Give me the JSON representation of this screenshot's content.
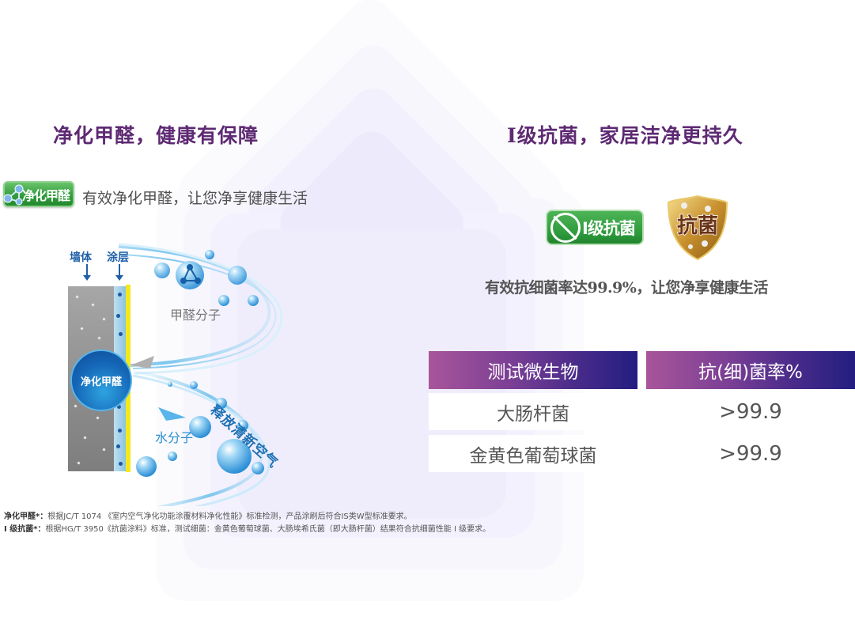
{
  "left_section": {
    "heading": "净化甲醛，健康有保障",
    "badge_label": "净化甲醛",
    "badge_icon": "molecule-icon",
    "description": "有效净化甲醛，让您净享健康生活",
    "diagram": {
      "wall_label": "墙体",
      "coating_label": "涂层",
      "core_label": "净化甲醛",
      "formaldehyde_label": "甲醛分子",
      "water_label": "水分子",
      "fresh_air_label": "释放清新空气"
    }
  },
  "right_section": {
    "heading": "I级抗菌，家居洁净更持久",
    "level_badge_label": "I级抗菌",
    "level_badge_icon": "no-bacteria-icon",
    "shield_badge_label": "抗菌",
    "shield_badge_icon": "shield-icon",
    "description": "有效抗细菌率达99.9%，让您净享健康生活"
  },
  "table": {
    "headers": [
      "测试微生物",
      "抗(细)菌率%"
    ],
    "rows": [
      [
        "大肠杆菌",
        ">99.9"
      ],
      [
        "金黄色葡萄球菌",
        ">99.9"
      ]
    ]
  },
  "footnotes": [
    {
      "label": "净化甲醛*：",
      "text": "根据JC/T 1074 《室内空气净化功能涂覆材料净化性能》标准检测，产品涂刷后符合IS类W型标准要求。"
    },
    {
      "label": "I 级抗菌*：",
      "text": "根据HG/T 3950《抗菌涂料》标准，测试细菌：金黄色葡萄球菌、大肠埃希氏菌（即大肠杆菌）结果符合抗细菌性能 I 级要求。"
    }
  ],
  "colors": {
    "heading": "#5e2a73",
    "badge_green": "#2f9a3a",
    "table_header_start": "#a8559a",
    "table_header_end": "#231e80",
    "diagram_blue": "#1f5fa8"
  }
}
